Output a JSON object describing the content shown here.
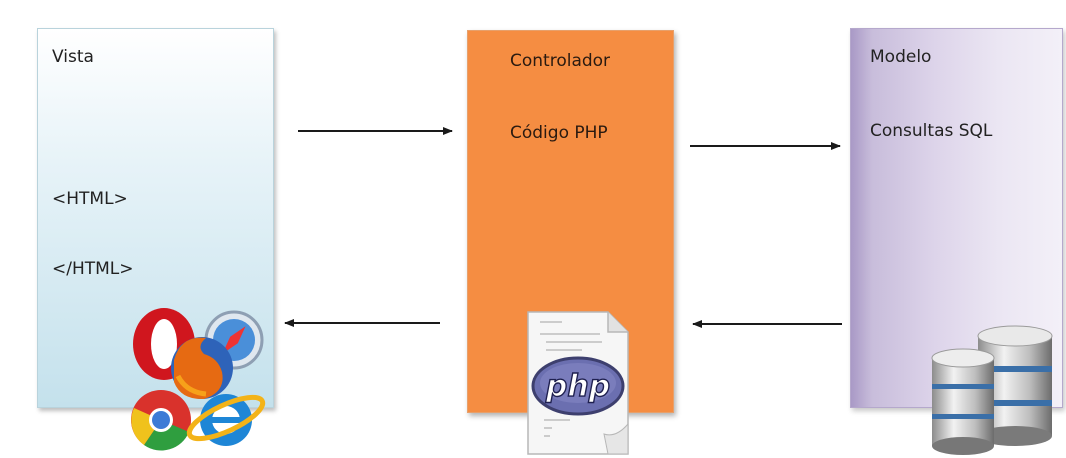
{
  "vista": {
    "title": "Vista",
    "open_tag": "<HTML>",
    "close_tag": "</HTML>",
    "icons": [
      "opera-icon",
      "firefox-icon",
      "safari-icon",
      "chrome-icon",
      "internet-explorer-icon"
    ]
  },
  "controlador": {
    "title": "Controlador",
    "subtitle": "Código PHP",
    "icon": "php-document-icon",
    "php_logo_text": "php"
  },
  "modelo": {
    "title": "Modelo",
    "subtitle": "Consultas SQL",
    "icon": "database-icon"
  },
  "arrows": [
    {
      "from": "vista",
      "to": "controlador"
    },
    {
      "from": "controlador",
      "to": "modelo"
    },
    {
      "from": "modelo",
      "to": "controlador"
    },
    {
      "from": "controlador",
      "to": "vista"
    }
  ],
  "colors": {
    "vista": "#c4e1ec",
    "controlador": "#f58d42",
    "modelo": "#ddd4ea",
    "arrow": "#1a1a1a"
  }
}
